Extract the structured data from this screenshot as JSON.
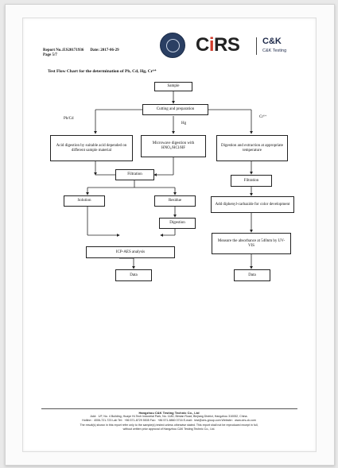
{
  "header": {
    "report_no": "Report No.:ES20171936",
    "date": "Date: 2017-06-29",
    "page": "Page 5/7",
    "logo_main_left": "C",
    "logo_main_i": "i",
    "logo_main_right": "RS",
    "logo_ck": "C&K",
    "logo_ck_sub": "C&K Testing"
  },
  "chart_title": "Test Flow Chart for the determination of Pb, Cd, Hg, Cr⁶⁺",
  "flow": {
    "sample": "Sample",
    "cutting": "Cutting and preparation",
    "label_pbcd": "Pb/Cd",
    "label_hg": "Hg",
    "label_cr": "Cr⁶⁺",
    "acid_digestion": "Acid digestion by suitable acid depended on different sample material",
    "microwave": "Microwave digestion with HNO₃/HCl/HF",
    "digestion_extraction": "Digestion and extraction at appropriate temperature",
    "filtration_left": "Filtration",
    "filtration_right": "Filtration",
    "solution": "Solution",
    "residue": "Residue",
    "digestion": "Digestion",
    "icp": "ICP-AES analysis",
    "data_left": "Data",
    "diphenyl": "Add diphenyl-carbazide for color development",
    "absorbance": "Measure the absorbance at 540nm by UV-VIS",
    "data_right": "Data"
  },
  "footer": {
    "company": "Hangzhou C&K Testing Technic Co., Ltd",
    "address": "Add：1/F, No. 4 Building, Huaye Hi-Tech Industrial Park, No. 1180, Bimian Road, Binjiang District, Hangzhou 310052, China.",
    "contacts": "Hotline：4006-721-723   Lab Tel：+86 571-8729 5535   Fax：+86 571-8860 0716   E-mail：test@cirs-group.com   Website：www.cirs-ck.com",
    "disclaimer_1": "The result(s) shown in this report refer only to the sample(s) tested unless otherwise stated. This report shall not be reproduced except in full,",
    "disclaimer_2": "without written prior approval of Hangzhou C&K Testing Technic Co., Ltd."
  }
}
